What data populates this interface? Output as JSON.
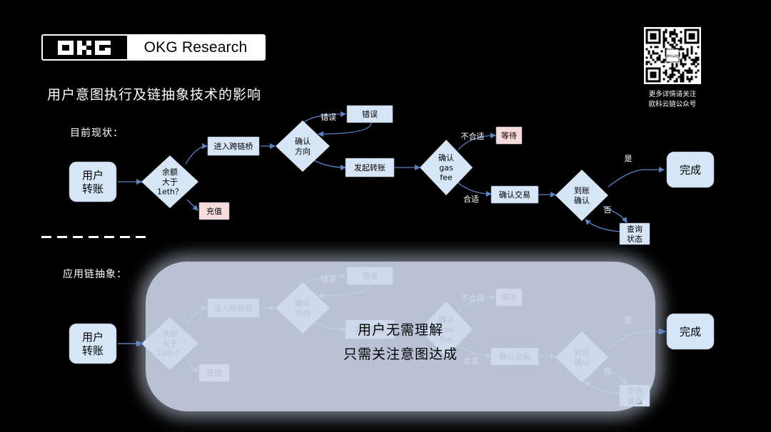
{
  "logo": {
    "mark": "OKG",
    "text": "OKG Research"
  },
  "title": "用户意图执行及链抽象技术的影响",
  "qr": {
    "caption_line1": "更多详情请关注",
    "caption_line2": "欧科云链公众号",
    "center_label": "欧科云链"
  },
  "current": {
    "section_label": "目前现状：",
    "nodes": {
      "user_transfer": "用户\n转账",
      "balance_check": "余额\n大于\n1eth？",
      "recharge": "充值",
      "enter_bridge": "进入跨链桥",
      "confirm_direction": "确认\n方向",
      "error_box": "错误",
      "start_transfer": "发起转账",
      "confirm_gas": "确认\ngas\nfee",
      "wait": "等待",
      "confirm_tx": "确认交易",
      "arrival_check": "到账\n确认",
      "query_status": "查询\n状态",
      "done": "完成"
    },
    "edge_labels": {
      "error": "错误",
      "not_ok": "不合适",
      "ok": "合适",
      "yes": "是",
      "no": "否"
    }
  },
  "abstraction": {
    "section_label": "应用链抽象：",
    "user_transfer": "用户\n转账",
    "done": "完成",
    "message_line1": "用户无需理解",
    "message_line2": "只需关注意图达成"
  },
  "colors": {
    "background": "#000000",
    "node_light_blue": "#d7e6f6",
    "node_pink": "#f8dcdc",
    "arrow": "#5b82c8",
    "overlay": "#cdd7eb"
  }
}
